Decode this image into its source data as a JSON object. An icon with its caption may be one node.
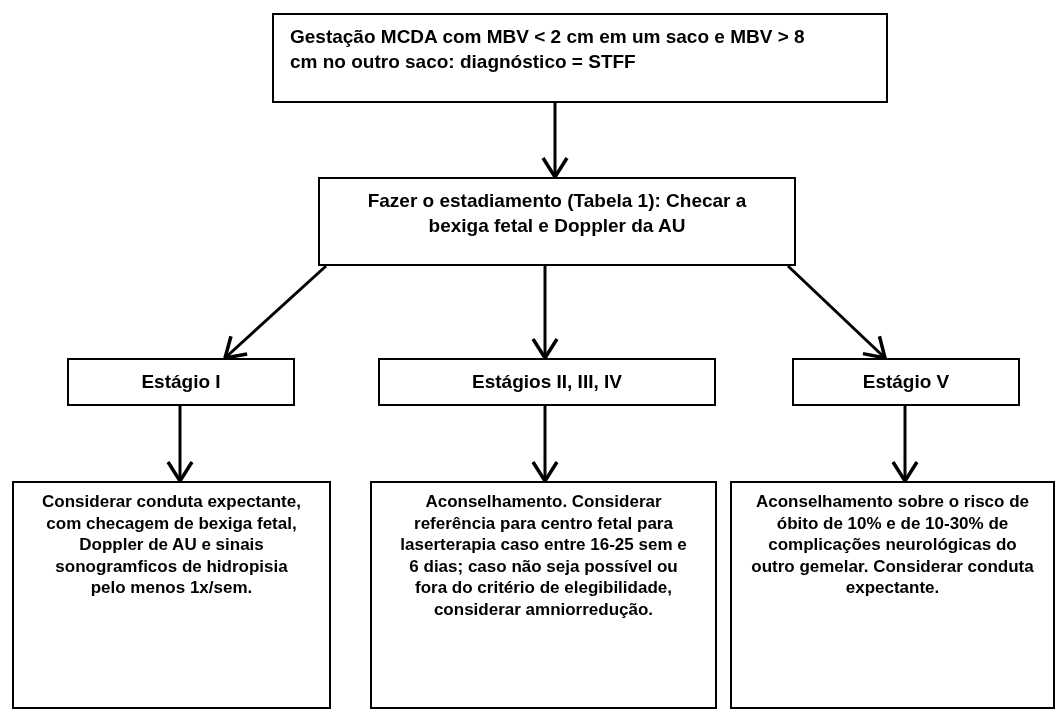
{
  "diagram": {
    "nodes": [
      {
        "text": [
          "Gestação MCDA com MBV < 2 cm em um saco e MBV > 8 cm no outro saco:  diagnóstico = STFF"
        ]
      },
      {
        "text": [
          "Fazer o estadiamento (Tabela 1): Checar a bexiga fetal e Doppler da AU"
        ]
      },
      {
        "text": [
          "Estágio I"
        ]
      },
      {
        "text": [
          "Estágios II, III, IV"
        ]
      },
      {
        "text": [
          "Estágio V"
        ]
      },
      {
        "text": [
          "Considerar conduta expectante, com checagem de bexiga fetal, Doppler de AU e sinais sonogramficos de hidropisia pelo menos 1x/sem."
        ]
      },
      {
        "text": [
          "Aconselhamento. Considerar referência para centro fetal para laserterapia caso entre 16-25 sem e 6 dias; caso não seja possível ou fora do critério de elegibilidade, considerar amniorredução."
        ]
      },
      {
        "text": [
          "Aconselhamento sobre o risco de óbito de 10% e de 10-30% de complicações neurológicas do outro gemelar. Considerar conduta expectante."
        ]
      }
    ],
    "edges": [
      {
        "from": 0,
        "to": 1,
        "arrow": "to"
      },
      {
        "from": 1,
        "to": 2,
        "arrow": "to"
      },
      {
        "from": 1,
        "to": 3,
        "arrow": "to"
      },
      {
        "from": 1,
        "to": 4,
        "arrow": "to"
      },
      {
        "from": 2,
        "to": 5,
        "arrow": "to"
      },
      {
        "from": 3,
        "to": 6,
        "arrow": "to"
      },
      {
        "from": 4,
        "to": 7,
        "arrow": "to"
      }
    ]
  }
}
